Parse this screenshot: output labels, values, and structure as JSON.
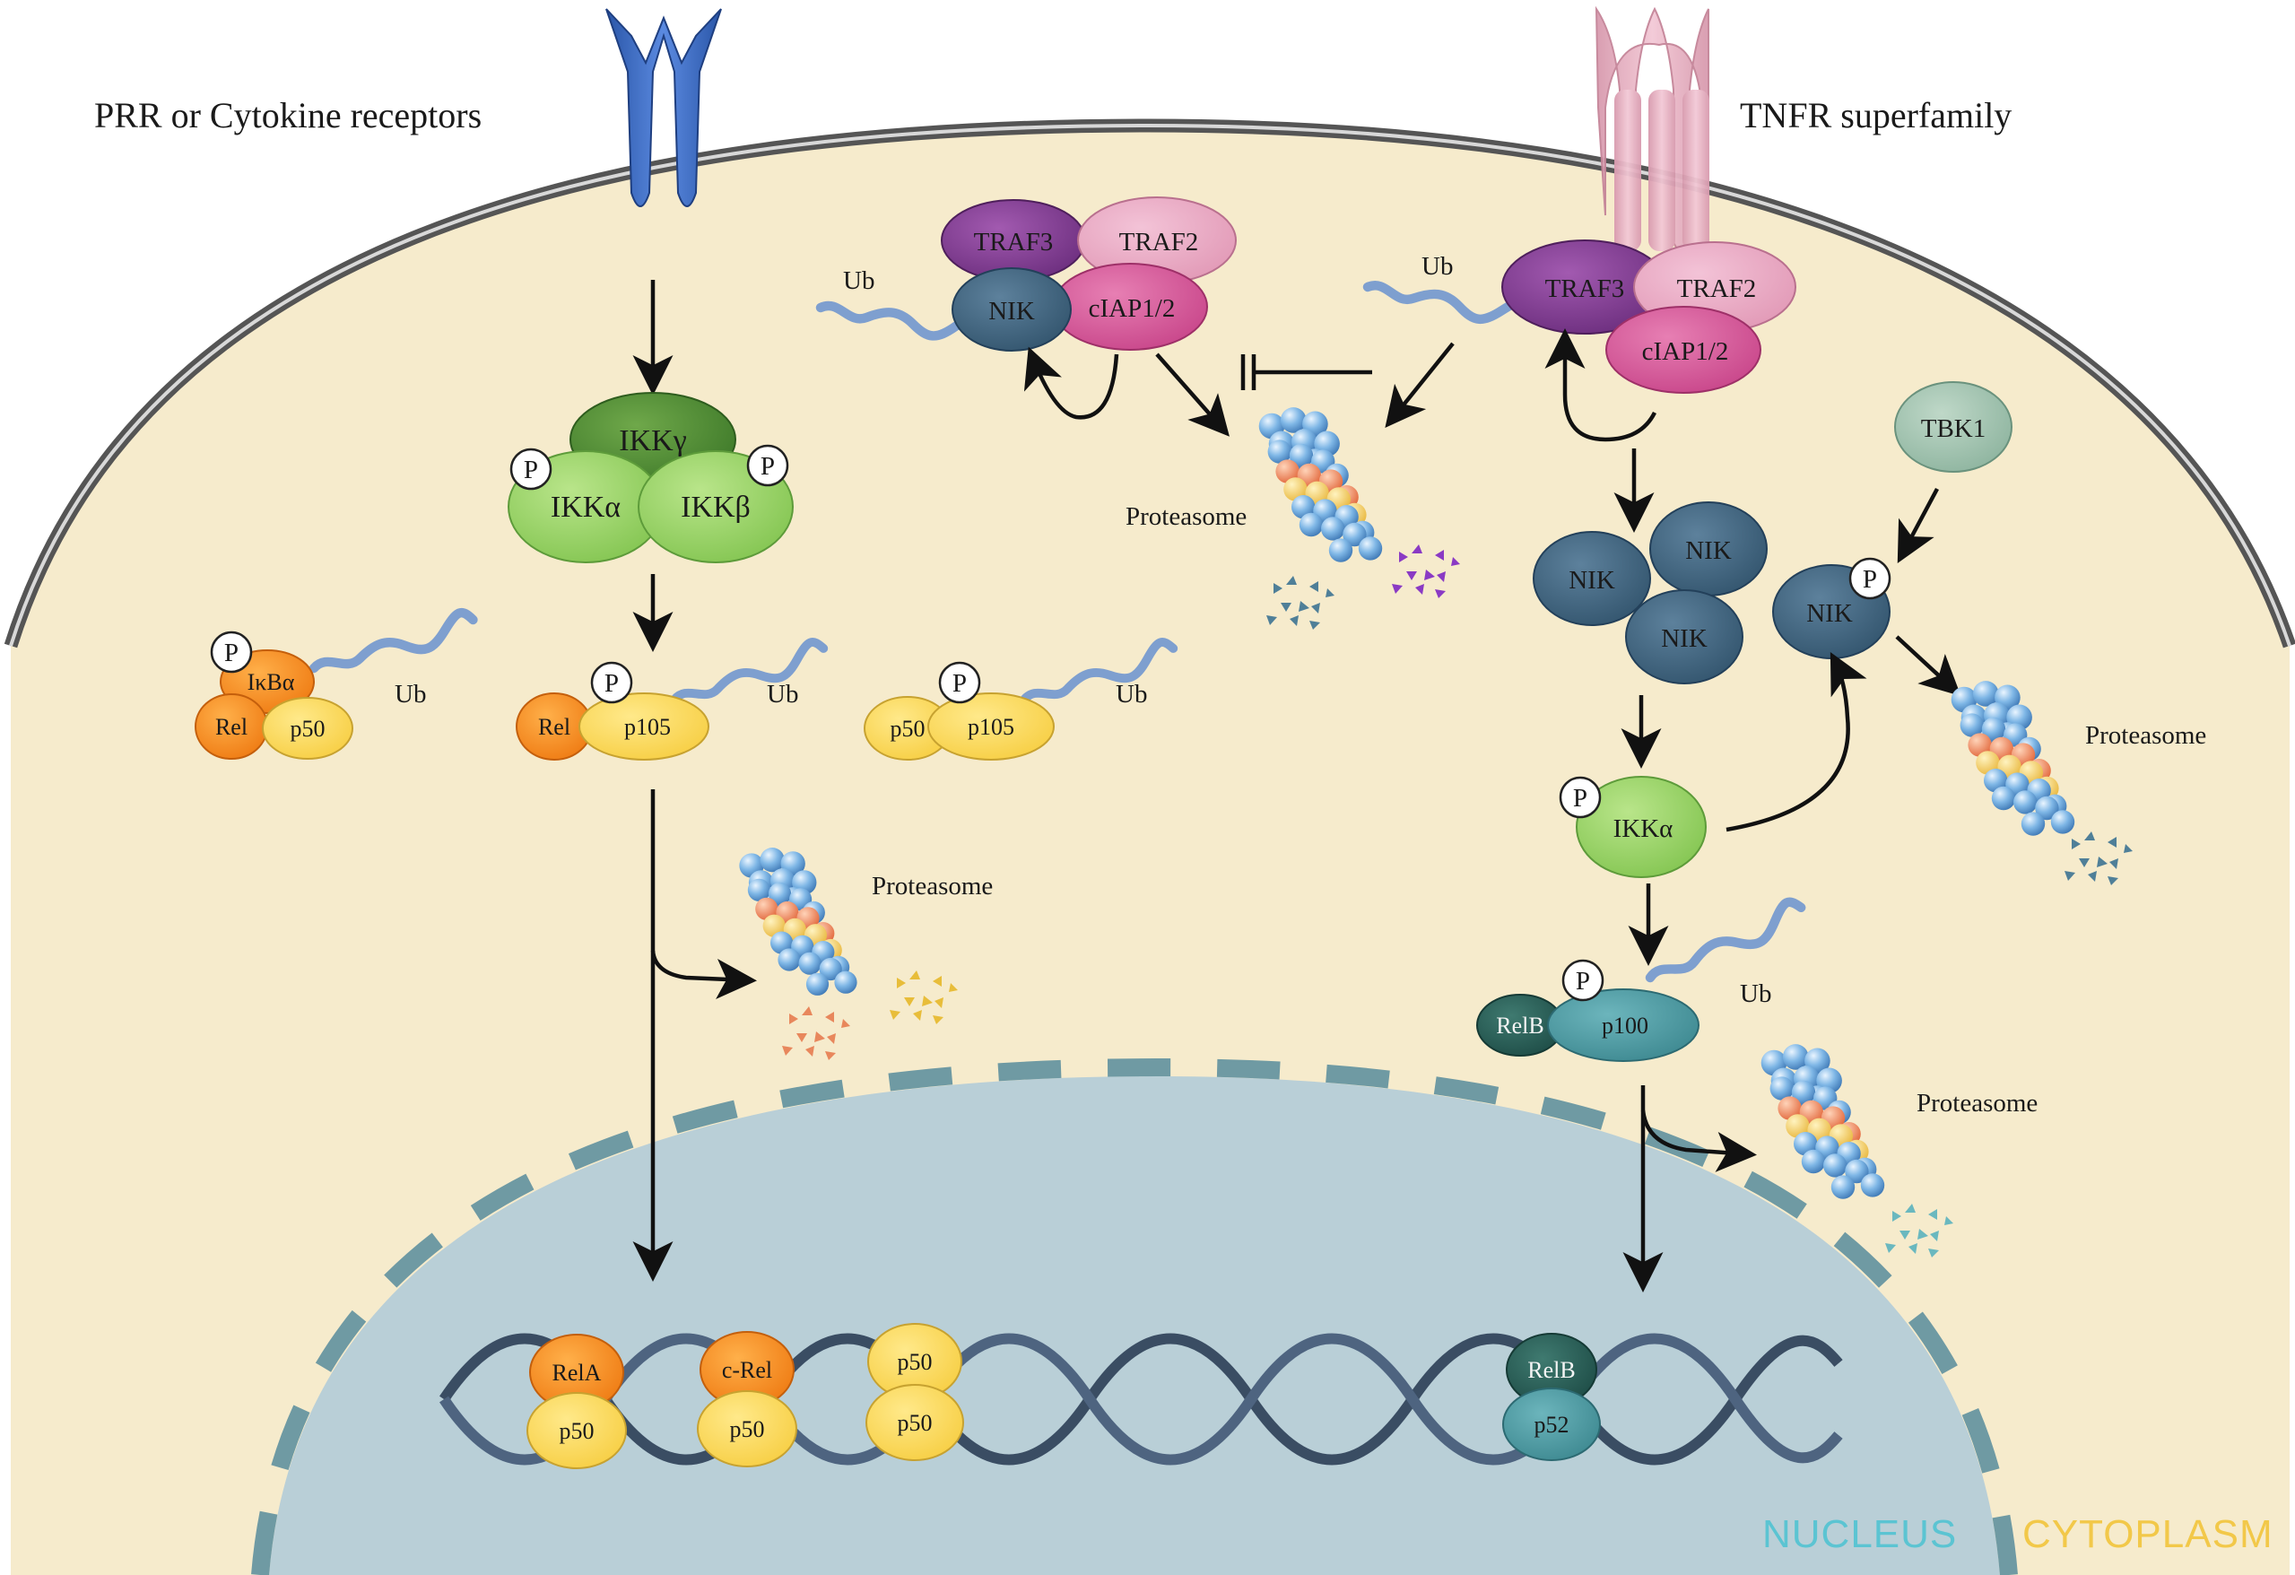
{
  "receptors": {
    "left": "PRR or Cytokine receptors",
    "right": "TNFR superfamily"
  },
  "compartments": {
    "nucleus": "NUCLEUS",
    "cytoplasm": "CYTOPLASM"
  },
  "canonical": {
    "ikk_gamma": "IKKγ",
    "ikk_alpha": "IKKα",
    "ikk_beta": "IKKβ",
    "phospho": "P",
    "ikb_alpha": "IκBα",
    "rel": "Rel",
    "p50": "p50",
    "p105": "p105",
    "ub": "Ub",
    "proteasome": "Proteasome"
  },
  "noncanonical": {
    "traf3": "TRAF3",
    "traf2": "TRAF2",
    "ciap": "cIAP1/2",
    "nik": "NIK",
    "tbk1": "TBK1",
    "ikk_alpha": "IKKα",
    "relb": "RelB",
    "p100": "p100",
    "p52": "p52",
    "ub": "Ub",
    "proteasome": "Proteasome",
    "phospho": "P"
  },
  "dna_dimers": [
    {
      "top": "RelA",
      "bottom": "p50"
    },
    {
      "top": "c-Rel",
      "bottom": "p50"
    },
    {
      "top": "p50",
      "bottom": "p50"
    },
    {
      "top": "RelB",
      "bottom": "p52"
    }
  ],
  "colors": {
    "cytoplasm": "#f6ebcc",
    "nucleus": "#b9cfd7",
    "membrane": "#555555",
    "nuclear_envelope": "#6f9aa3",
    "nucleus_label": "#5bc4d2",
    "cytoplasm_label": "#f2c849"
  }
}
